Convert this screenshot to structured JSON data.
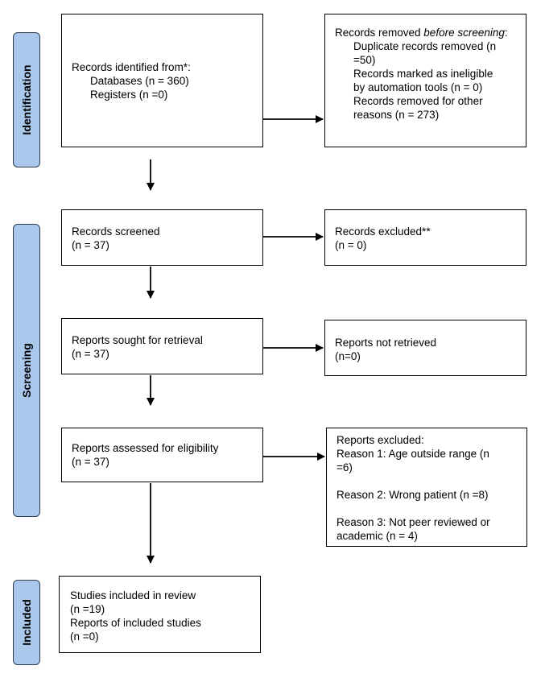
{
  "phases": {
    "identification": "Identification",
    "screening": "Screening",
    "included": "Included"
  },
  "identified": {
    "title": "Records identified from*:",
    "databases": "Databases (n = 360)",
    "registers": "Registers (n =0)"
  },
  "removed": {
    "title_pre": "Records removed ",
    "title_em": "before screening",
    "title_post": ":",
    "duplicates_l1": "Duplicate records removed (n",
    "duplicates_l2": "=50)",
    "ineligible_l1": "Records marked as ineligible",
    "ineligible_l2": "by automation tools (n = 0)",
    "other_l1": "Records removed for other",
    "other_l2": "reasons (n = 273)"
  },
  "screened": {
    "title": "Records screened",
    "count": "(n = 37)"
  },
  "excluded": {
    "title": "Records excluded**",
    "count": "(n = 0)"
  },
  "sought": {
    "title": "Reports sought for retrieval",
    "count": "(n = 37)"
  },
  "not_retrieved": {
    "title": "Reports not retrieved",
    "count": "(n=0)"
  },
  "assessed": {
    "title": "Reports assessed for eligibility",
    "count": "(n = 37)"
  },
  "reports_excluded": {
    "title": "Reports excluded:",
    "reason1_l1": "Reason 1: Age outside range (n",
    "reason1_l2": "=6)",
    "reason2": "Reason 2: Wrong patient (n =8)",
    "reason3_l1": "Reason 3: Not peer reviewed or",
    "reason3_l2": "academic (n = 4)"
  },
  "included": {
    "studies_l1": "Studies included in review",
    "studies_l2": "(n =19)",
    "reports_l1": "Reports of included studies",
    "reports_l2": "(n =0)"
  }
}
